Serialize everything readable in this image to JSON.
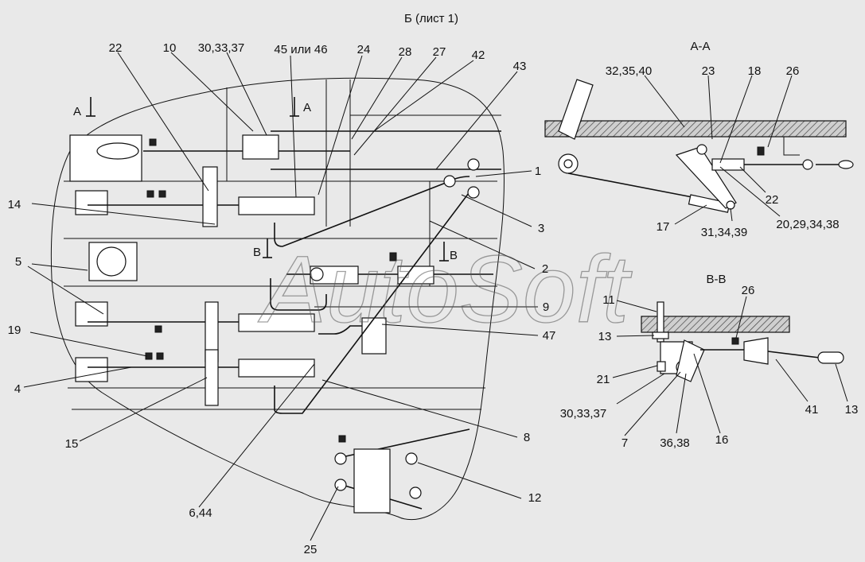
{
  "titles": {
    "main": "Б (лист 1)",
    "section_aa": "А-А",
    "section_bb": "В-В",
    "arrow_a_left": "А",
    "arrow_a_right": "А",
    "arrow_b_left": "В",
    "arrow_b_right": "В"
  },
  "labels": {
    "l22": "22",
    "l10": "10",
    "l30_33_37": "30,33,37",
    "l45_46": "45 или 46",
    "l24": "24",
    "l28": "28",
    "l27": "27",
    "l42": "42",
    "l43": "43",
    "l14": "14",
    "l1": "1",
    "l3": "3",
    "l2": "2",
    "l5": "5",
    "l9": "9",
    "l19": "19",
    "l47": "47",
    "l4": "4",
    "l15": "15",
    "l8": "8",
    "l12": "12",
    "l6_44": "6,44",
    "l25": "25",
    "aa_32_35_40": "32,35,40",
    "aa_23": "23",
    "aa_18": "18",
    "aa_26": "26",
    "aa_22": "22",
    "aa_17": "17",
    "aa_31_34_39": "31,34,39",
    "aa_20_29_34_38": "20,29,34,38",
    "bb_11": "11",
    "bb_26": "26",
    "bb_13a": "13",
    "bb_21": "21",
    "bb_30_33_37": "30,33,37",
    "bb_7": "7",
    "bb_36_38": "36,38",
    "bb_16": "16",
    "bb_41": "41",
    "bb_13b": "13"
  },
  "watermark": "AutoSoft"
}
